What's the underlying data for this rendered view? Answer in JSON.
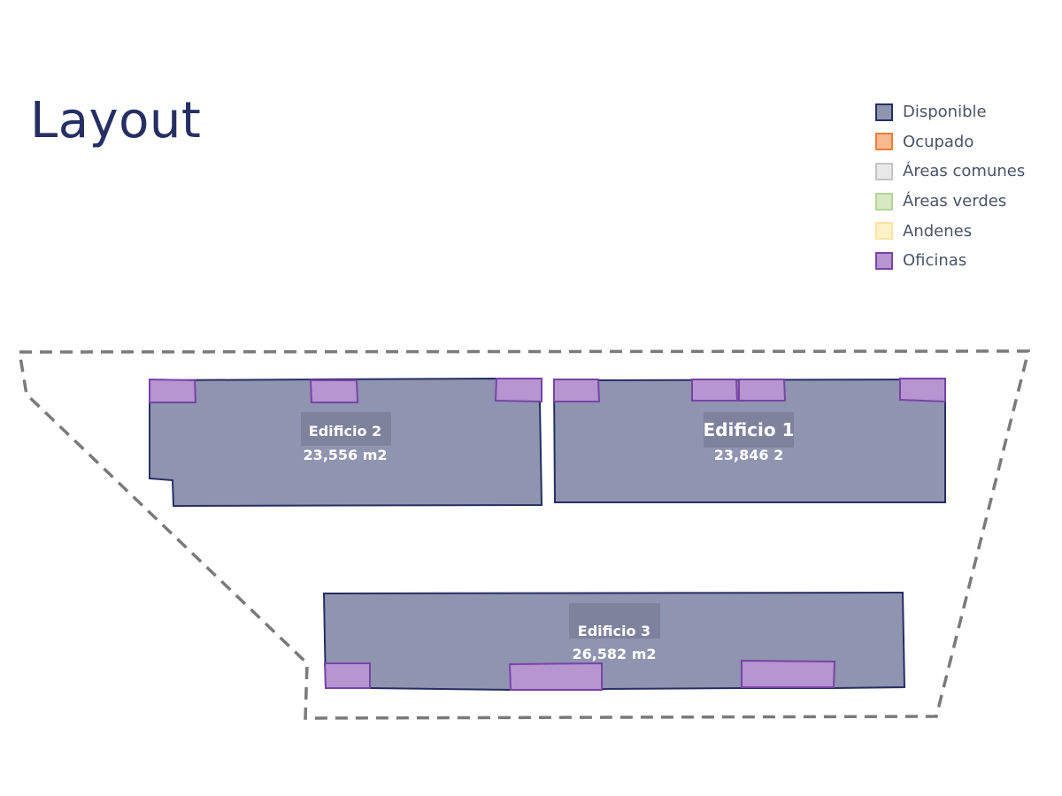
{
  "title": "Layout",
  "legend": [
    {
      "label": "Disponible",
      "fill": "#8f94b0",
      "stroke": "#262f63"
    },
    {
      "label": "Ocupado",
      "fill": "#f8b98e",
      "stroke": "#ee7d3a"
    },
    {
      "label": "Áreas comunes",
      "fill": "#e8e8e8",
      "stroke": "#c4c4c4"
    },
    {
      "label": "Áreas verdes",
      "fill": "#d6e9c4",
      "stroke": "#b2d598"
    },
    {
      "label": "Andenes",
      "fill": "#fff1c8",
      "stroke": "#fbe4a3"
    },
    {
      "label": "Oficinas",
      "fill": "#b695d0",
      "stroke": "#7a43a7"
    }
  ],
  "colors": {
    "building_fill": "#8f94b0",
    "building_stroke": "#262f63",
    "office_fill": "#b695d0",
    "office_stroke": "#7a43a7",
    "label_bg": "#7e829d",
    "boundary": "#7a7a7a"
  },
  "buildings": [
    {
      "name": "Edificio 2",
      "area": "23,556 m2"
    },
    {
      "name": "Edificio 1",
      "area": "23,846 2"
    },
    {
      "name": "Edificio 3",
      "area": "26,582 m2"
    }
  ]
}
